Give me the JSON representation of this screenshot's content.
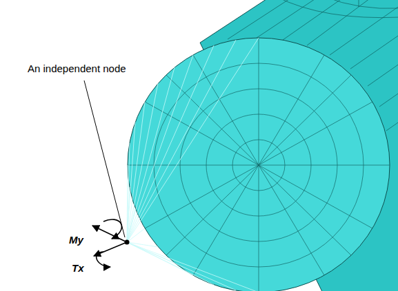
{
  "diagram": {
    "labels": [
      "An independent node",
      "My",
      "Tx"
    ]
  }
}
